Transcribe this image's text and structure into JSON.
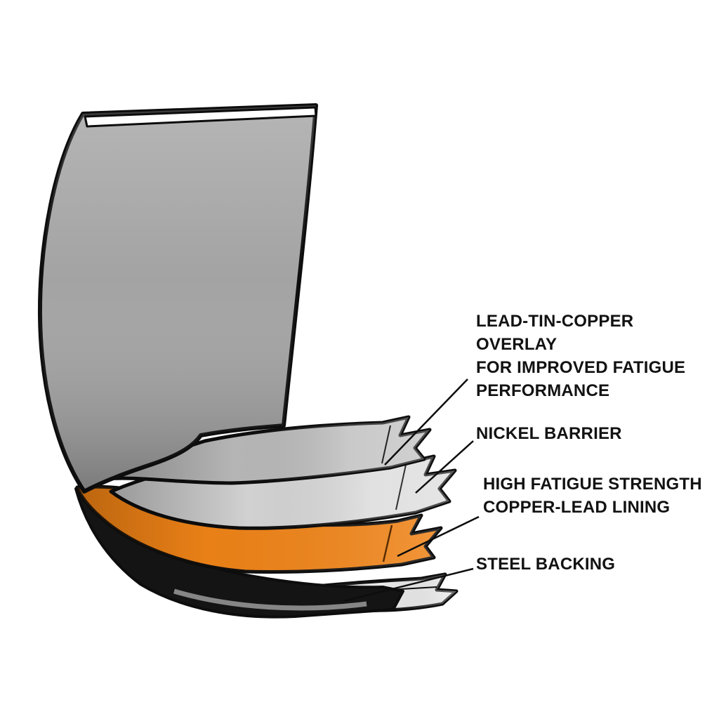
{
  "figure": {
    "colors": {
      "page-background": "#ffffff",
      "shell-gray": "#a3a3a3",
      "shell-top-strip": "#ffffff",
      "overlay-layer-gray": "#bdbdbd",
      "nickel-layer-gray": "#dadada",
      "copper-lead-orange": "#f08418",
      "steel-backing-gray": "#eaeaea",
      "outline-black": "#0d0d0d",
      "label-text": "#121212"
    },
    "labels": {
      "overlay": "LEAD-TIN-COPPER OVERLAY\nFOR IMPROVED FATIGUE\nPERFORMANCE",
      "nickel": "NICKEL BARRIER",
      "copper_lead": "HIGH FATIGUE STRENGTH\nCOPPER-LEAD LINING",
      "steel": "STEEL BACKING"
    }
  }
}
